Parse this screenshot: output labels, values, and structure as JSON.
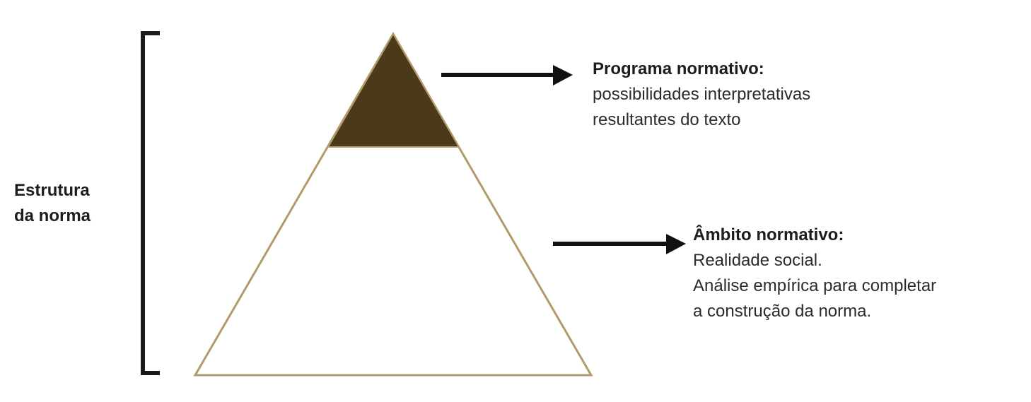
{
  "structure": {
    "line1": "Estrutura",
    "line2": "da norma"
  },
  "program": {
    "title": "Programa normativo:",
    "line1": "possibilidades interpretativas",
    "line2": "resultantes do texto"
  },
  "ambit": {
    "title": "Âmbito normativo:",
    "line1": "Realidade social.",
    "line2": "Análise empírica para completar",
    "line3": "a construção da norma."
  },
  "colors": {
    "pyramid_outline": "#b29a6a",
    "pyramid_top_fill": "#4a3a1a",
    "arrow": "#111111",
    "bracket": "#1a1a1a"
  }
}
